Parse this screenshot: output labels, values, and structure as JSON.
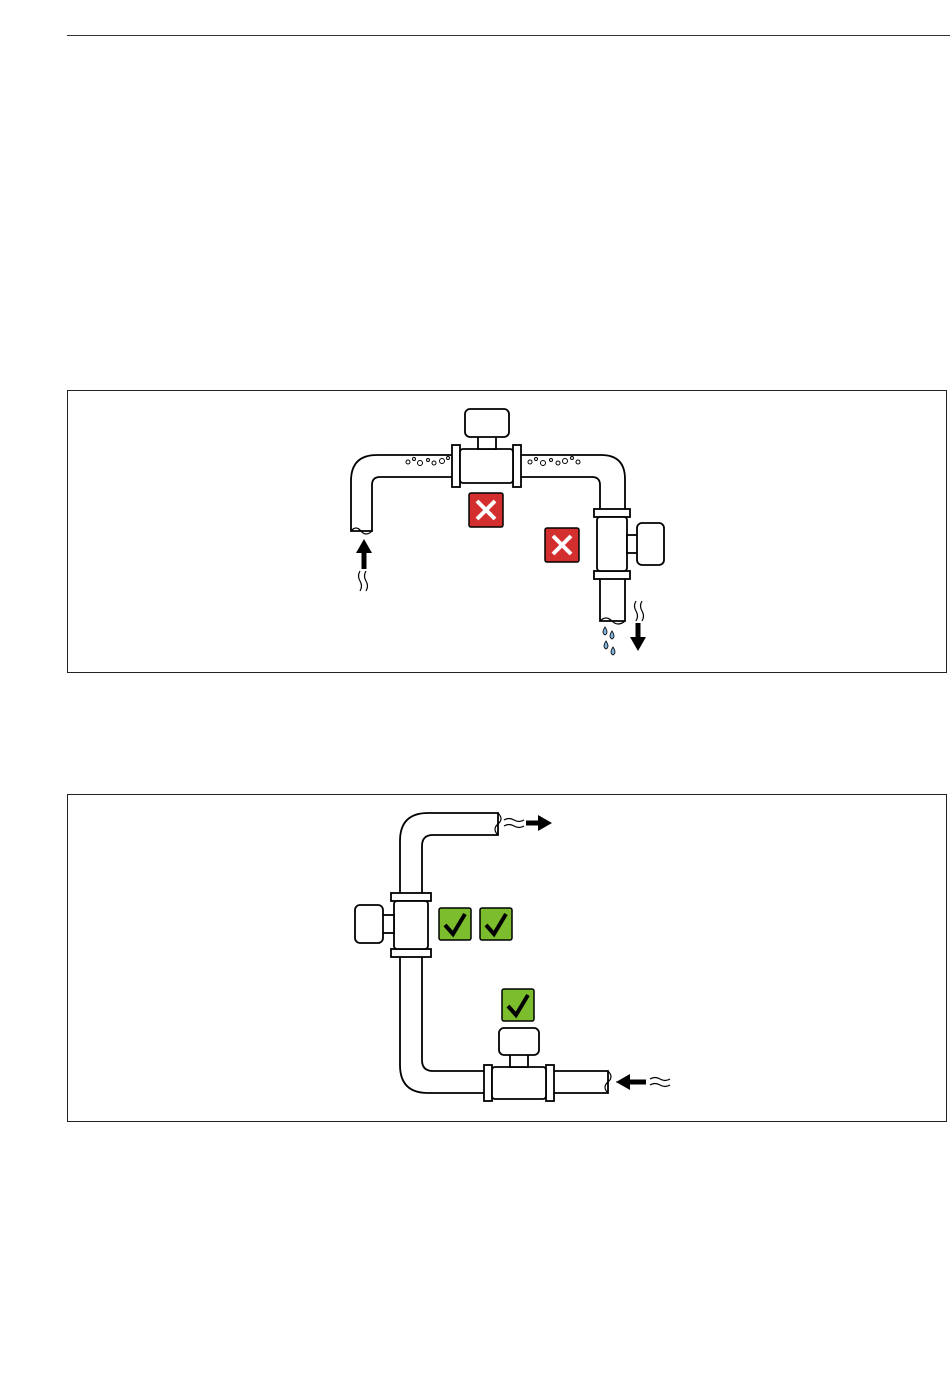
{
  "colors": {
    "not_allowed": "#d32f2f",
    "allowed": "#7cbd2e",
    "droplet": "#7fb3dc",
    "frame": "#222222"
  },
  "figures": [
    {
      "id": "installation-not-recommended",
      "markers": [
        "cross-icon",
        "cross-icon"
      ],
      "icons": [
        "pipe-with-air-bubbles",
        "droplets-icon",
        "flow-direction-arrow"
      ]
    },
    {
      "id": "installation-recommended",
      "markers": [
        "check-icon",
        "check-icon",
        "check-icon"
      ],
      "icons": [
        "flow-direction-arrow"
      ]
    }
  ]
}
